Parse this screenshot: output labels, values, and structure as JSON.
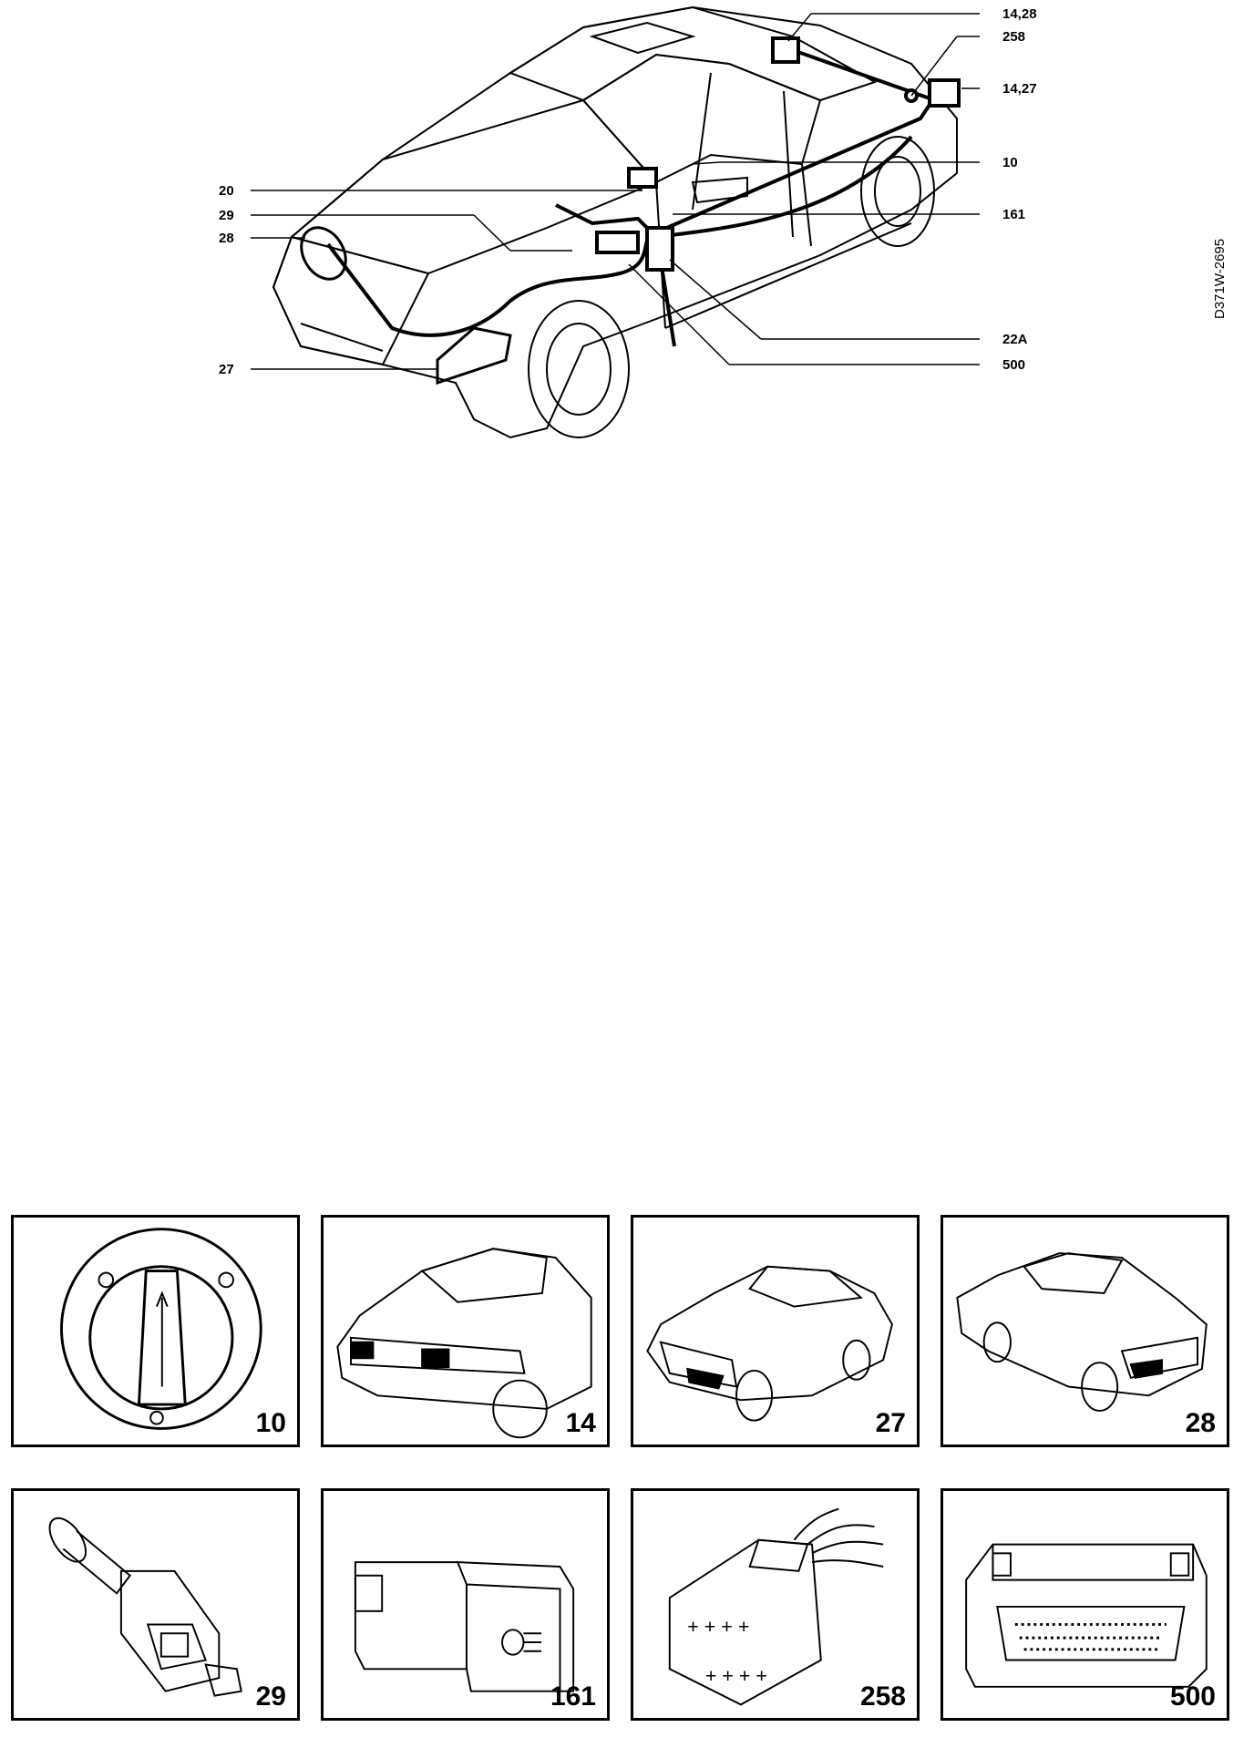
{
  "diagram": {
    "callouts": [
      "14,28",
      "258",
      "14,27",
      "10",
      "161",
      "22A",
      "500",
      "20",
      "29",
      "28",
      "27"
    ],
    "reference_code": "D371W-2695"
  },
  "components": [
    {
      "number": "10",
      "icon": "light-switch-icon"
    },
    {
      "number": "14",
      "icon": "car-rear-icon"
    },
    {
      "number": "27",
      "icon": "car-front-left-icon"
    },
    {
      "number": "28",
      "icon": "car-front-right-icon"
    },
    {
      "number": "29",
      "icon": "brake-light-switch-icon"
    },
    {
      "number": "161",
      "icon": "fog-light-button-icon"
    },
    {
      "number": "258",
      "icon": "connector-icon"
    },
    {
      "number": "500",
      "icon": "control-module-icon"
    }
  ]
}
